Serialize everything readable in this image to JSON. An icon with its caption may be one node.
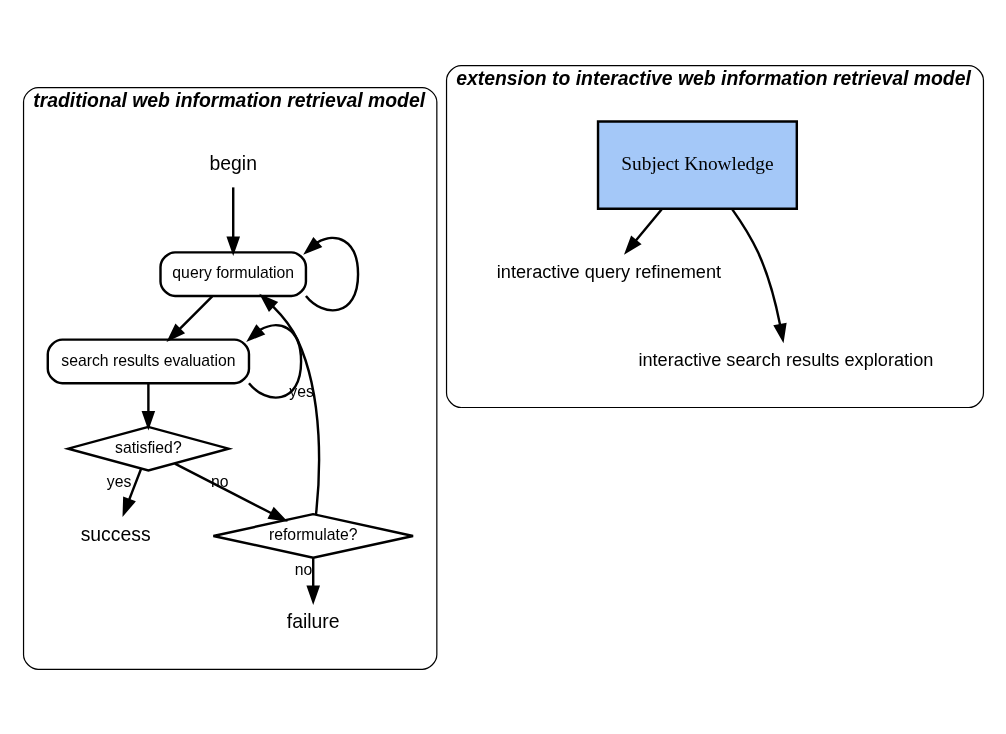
{
  "diagram": {
    "nodes": [
      {
        "text": [
          "traditional web information retrieval model"
        ]
      },
      {
        "text": [
          "begin"
        ],
        "in": 0
      },
      {
        "text": [
          "query formulation"
        ],
        "in": 0
      },
      {
        "text": [
          "search results evaluation"
        ],
        "in": 0
      },
      {
        "text": [
          "satisfied?"
        ],
        "in": 0
      },
      {
        "text": [
          "reformulate?"
        ],
        "in": 0
      },
      {
        "text": [
          "failure"
        ],
        "in": 0
      },
      {
        "text": [
          "success"
        ],
        "in": 0
      },
      {
        "text": [
          "extension to interactive web information retrieval model"
        ]
      },
      {
        "text": [
          "interactive query refinement"
        ],
        "in": 8
      },
      {
        "text": [
          "interactive search results exploration"
        ],
        "in": 8
      },
      {
        "text": [
          "Subject Knowledge"
        ],
        "in": 8
      }
    ],
    "edges": [
      {
        "from": 1,
        "to": 2,
        "arrow": "to"
      },
      {
        "from": 2,
        "to": 3,
        "arrow": "to"
      },
      {
        "from": 3,
        "to": 4,
        "arrow": "to"
      },
      {
        "from": 4,
        "to": 5,
        "arrow": "to",
        "label": "no"
      },
      {
        "from": 5,
        "to": 2,
        "arrow": "to",
        "label": "yes"
      },
      {
        "from": 5,
        "to": 6,
        "arrow": "to",
        "label": "no"
      },
      {
        "from": 4,
        "to": 7,
        "arrow": "to",
        "label": "yes"
      },
      {
        "from": 2,
        "to": 2,
        "arrow": "to"
      },
      {
        "from": 3,
        "to": 3,
        "arrow": "to"
      },
      {
        "from": 11,
        "to": 9,
        "arrow": "to"
      },
      {
        "from": 11,
        "to": 10,
        "arrow": "to"
      }
    ]
  }
}
